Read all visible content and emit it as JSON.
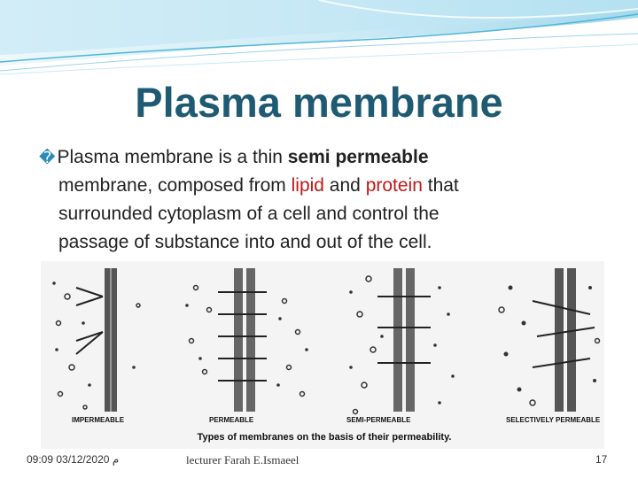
{
  "slide": {
    "title": "Plasma membrane",
    "bullet_glyph": "�",
    "paragraph": {
      "p1": "Plasma membrane is a thin ",
      "bold1": "semi permeable",
      "p2": "membrane, composed from ",
      "red1": "lipid",
      "p3": " and ",
      "red2": "protein",
      "p4": " that",
      "p5": "surrounded cytoplasm of a cell and control the",
      "p6": "passage of substance into and out of the cell."
    },
    "colors": {
      "title": "#1f5a73",
      "highlight": "#c01818",
      "wave": "#4fb6d8"
    }
  },
  "figure": {
    "labels": [
      "IMPERMEABLE",
      "PERMEABLE",
      "SEMI-PERMEABLE",
      "SELECTIVELY PERMEABLE"
    ],
    "caption": "Types of membranes on the basis of their permeability."
  },
  "footer": {
    "date": "09:09 03/12/2020 م",
    "author": "lecturer Farah E.Ismaeel",
    "page": "17"
  }
}
